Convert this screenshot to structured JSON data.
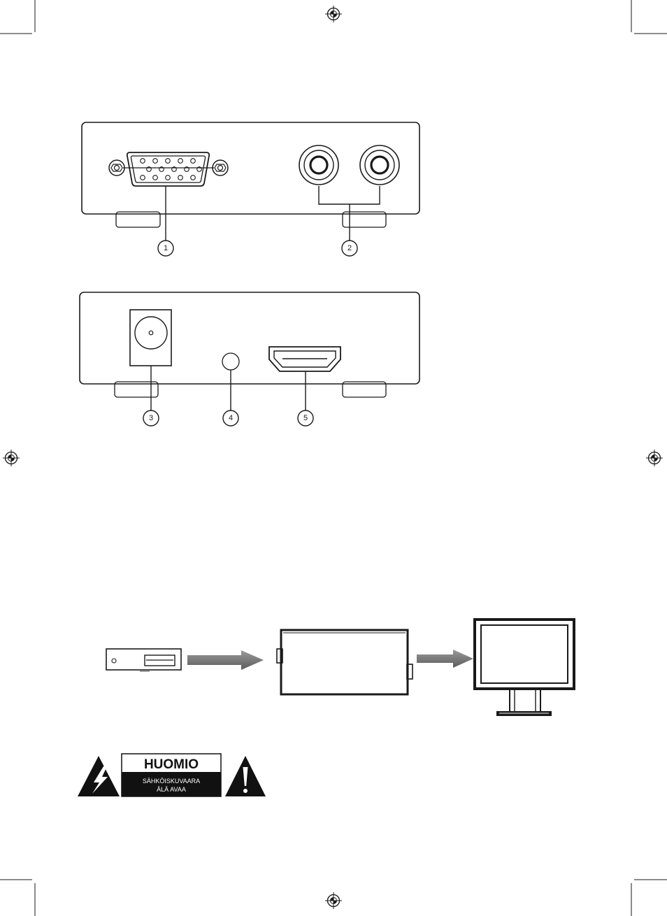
{
  "panel_front": {
    "callouts": [
      "1",
      "2"
    ]
  },
  "panel_back": {
    "callouts": [
      "3",
      "4",
      "5"
    ]
  },
  "warning_label": {
    "title": "HUOMIO",
    "line1": "SÄHKÖISKUVAARA",
    "line2": "ÄLÄ AVAA"
  },
  "colors": {
    "ink": "#1a1a1a",
    "arrow": "#7a7a7a",
    "paper": "#ffffff"
  }
}
